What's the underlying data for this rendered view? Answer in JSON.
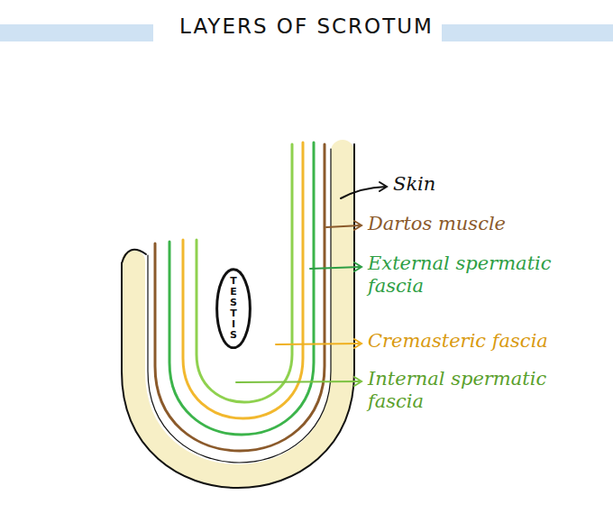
{
  "diagram": {
    "title": "LAYERS OF SCROTUM",
    "nodes": [
      {
        "text": [
          "TESTIS"
        ]
      }
    ],
    "labels": [
      "Skin",
      "Dartos muscle",
      "External spermatic fascia",
      "Cremasteric fascia",
      "Internal spermatic fascia"
    ]
  }
}
